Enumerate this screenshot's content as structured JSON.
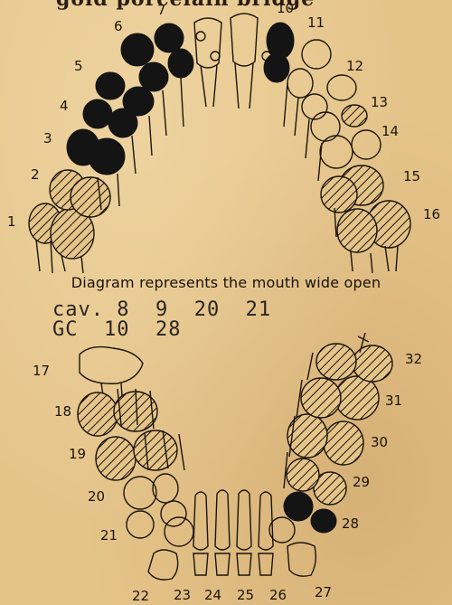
{
  "header_fragment": "gold   porcelain bridge",
  "caption": "Diagram represents the mouth wide open",
  "notations": {
    "cavity_line": "cav. 8  9  20  21",
    "gold_crown_line": "GC  10  28"
  },
  "tooth_numbers": {
    "upper": [
      "1",
      "2",
      "3",
      "4",
      "5",
      "6",
      "7",
      "10",
      "11",
      "12",
      "13",
      "14",
      "15",
      "16"
    ],
    "lower": [
      "17",
      "18",
      "19",
      "20",
      "21",
      "22",
      "23",
      "24",
      "25",
      "26",
      "27",
      "28",
      "29",
      "30",
      "31",
      "32"
    ]
  },
  "colors": {
    "paper": "#e5c48a",
    "ink": "#1c140c",
    "filled": "#141414"
  },
  "legend_meaning": {
    "solid_black": "filled / restored teeth",
    "hatched": "missing or crowned teeth"
  }
}
